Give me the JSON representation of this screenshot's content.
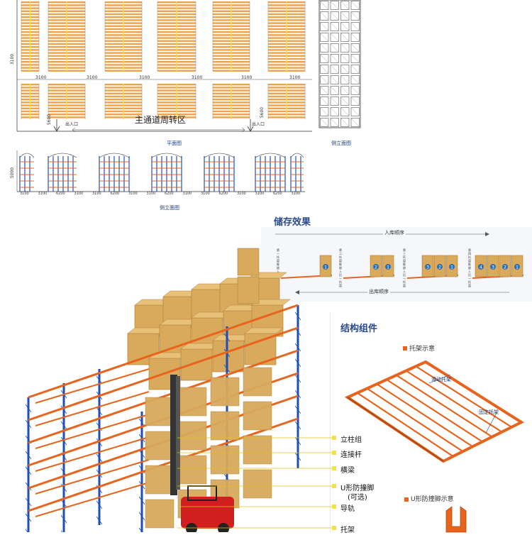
{
  "plan": {
    "main_aisle_label": "主通道周转区",
    "entry_left": "出入口",
    "entry_right": "出入口",
    "caption": "平面图",
    "dims": [
      "3100",
      "3100",
      "3100",
      "3100",
      "3100",
      "3100"
    ],
    "vertical_dim": "3100",
    "aisle_dim_left": "5600",
    "aisle_dim_right": "5600"
  },
  "side_right": {
    "caption": "侧立面图"
  },
  "elevation": {
    "caption": "侧立面图",
    "height_dim": "5000",
    "bottom_dims": [
      "3100",
      "3100",
      "6200",
      "3100",
      "3100",
      "6200",
      "3100",
      "3100",
      "6200",
      "3100",
      "3100",
      "6200",
      "3100",
      "3100",
      "6200",
      "3100"
    ]
  },
  "storage": {
    "title": "储存效果",
    "in_order": "入库顺序",
    "out_order": "出库顺序",
    "stages": [
      {
        "note": "第一托盘推放入后一托盘",
        "boxes": [
          "1"
        ]
      },
      {
        "note": "第二托盘推放入后一托盘",
        "boxes": [
          "2",
          "1"
        ]
      },
      {
        "note": "第三托盘推放入后一托盘",
        "boxes": [
          "3",
          "2",
          "1"
        ]
      },
      {
        "note": "第四托盘推放入后一托盘",
        "boxes": [
          "4",
          "3",
          "2",
          "1"
        ]
      }
    ]
  },
  "structure": {
    "title": "结构组件",
    "tray_title": "托架示意",
    "sliding_tray": "滑动托架",
    "fixed_tray": "固定托架",
    "ushape_title": "U形防撞脚示意"
  },
  "components": [
    "立柱组",
    "连接杆",
    "横梁",
    "U形防撞脚",
    "(可选)",
    "导轨",
    "托架"
  ],
  "colors": {
    "upright": "#1f4fb0",
    "beam": "#e8641c",
    "box": "#d9a95c",
    "forklift": "#d11f1f",
    "accent_yellow": "#f3e14a"
  }
}
